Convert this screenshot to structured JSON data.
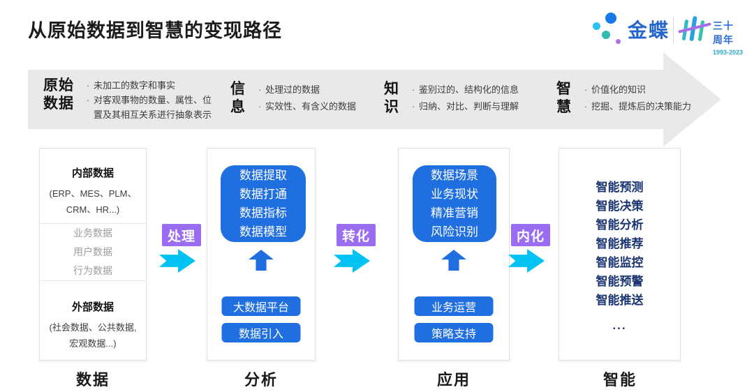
{
  "title": "从原始数据到智慧的变现路径",
  "logo": {
    "brand": "金蝶",
    "anniversary": "三十周年",
    "years": "1993-2023"
  },
  "banner": {
    "stages": [
      {
        "name": "原始\n数据",
        "point1": "未加工的数字和事实",
        "point2": "对客观事物的数量、属性、位\n置及其相互关系进行抽象表示"
      },
      {
        "name": "信\n息",
        "point1": "处理过的数据",
        "point2": "实效性、有含义的数据"
      },
      {
        "name": "知\n识",
        "point1": "鉴别过的、结构化的信息",
        "point2": "归纳、对比、判断与理解"
      },
      {
        "name": "智\n慧",
        "point1": "价值化的知识",
        "point2": "挖掘、提炼后的决策能力"
      }
    ],
    "bullet": "·"
  },
  "connectors": [
    {
      "label": "处理"
    },
    {
      "label": "转化"
    },
    {
      "label": "内化"
    }
  ],
  "columns": {
    "data": {
      "footer": "数据",
      "internal_title": "内部数据",
      "internal_detail": "(ERP、MES、PLM、\nCRM、HR...)",
      "middle_items": [
        "业务数据",
        "用户数据",
        "行为数据"
      ],
      "external_title": "外部数据",
      "external_detail": "(社会数据、公共数据,\n宏观数据...)"
    },
    "analysis": {
      "footer": "分析",
      "main_lines": [
        "数据提取",
        "数据打通",
        "数据指标",
        "数据模型"
      ],
      "buttons": [
        "大数据平台",
        "数据引入"
      ]
    },
    "application": {
      "footer": "应用",
      "main_lines": [
        "数据场景",
        "业务现状",
        "精准营销",
        "风险识别"
      ],
      "buttons": [
        "业务运营",
        "策略支持"
      ]
    },
    "intelligence": {
      "footer": "智能",
      "items": [
        "智能预测",
        "智能决策",
        "智能分析",
        "智能推荐",
        "智能监控",
        "智能预警",
        "智能推送",
        "..."
      ]
    }
  },
  "colors": {
    "accent_blue": "#1f6fe0",
    "badge_purple": "#9a6cf2",
    "arrow_cyan": "#00c3f3",
    "navy_text": "#1a3572",
    "banner_gray": "#e9e9e9"
  }
}
